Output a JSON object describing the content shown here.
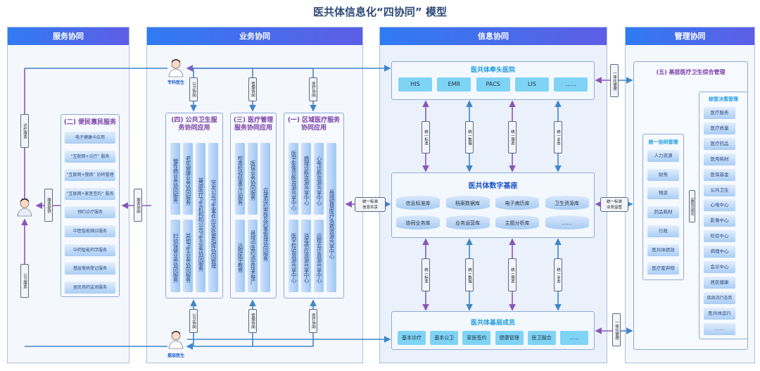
{
  "title": "医共体信息化“四协同” 模型",
  "panels": {
    "service": "服务协同",
    "business": "业务协同",
    "info": "信息协同",
    "management": "管理协同"
  },
  "service": {
    "section_title": "(二) 便民惠民服务",
    "items": [
      "电子健康卡应用",
      "“互联网+诊疗” 服务",
      "“互联网+慢病” 协同管理",
      "“互联网+家医签约” 服务",
      "预约诊疗服务",
      "中医智能辅诊服务",
      "中药智能药学服务",
      "基层慢病登记服务",
      "居民用药监测服务"
    ],
    "tag_top": "诊疗服务",
    "tag_bottom": "公卫服务",
    "tag_provide": "服务提供",
    "tag_coop": "服务协同"
  },
  "business": {
    "specialist_label": "专科医生",
    "basic_label": "基层医生",
    "tags": [
      "公卫协同",
      "管理协同",
      "医疗协同"
    ],
    "sections": [
      {
        "title": "(四) 公共卫生服务协同应用",
        "columns": [
          {
            "top": "慢性病业务协同服务",
            "bottom": "妇幼保健业务协同服务"
          },
          {
            "top": "老年健康业务协同服务",
            "bottom": "其他卫生业务协同服务"
          },
          {
            "full": "基层医疗卫生机构和公共卫生业务协同服务"
          },
          {
            "full": "突发公共卫生事件应急处置指挥协同管理"
          }
        ]
      },
      {
        "title": "(三) 医疗管理服务协同应用",
        "columns": [
          {
            "top": "检查检验结果互认服务",
            "bottom": "远程医学教育"
          },
          {
            "top": "医保业务协同服务",
            "bottom": "县域中医药适宜技术推广"
          },
          {
            "full": "合理用药审核及药事管理协同服务"
          }
        ]
      },
      {
        "title": "(一) 区域医疗服务协同应用",
        "columns": [
          {
            "top": "医学影像诊断资源共享中心",
            "bottom": "医学检验资源共享中心"
          },
          {
            "top": "病理诊断资源共享中心",
            "bottom": "消毒供应资源共享中心"
          },
          {
            "top": "心电诊断资源共享中心",
            "bottom": "远程会诊资源共享中心"
          },
          {
            "full": "县域智慧医疗急救资源共享中心"
          }
        ]
      }
    ]
  },
  "info": {
    "lead_hospital": {
      "title": "医共体牵头医院",
      "systems": [
        "HIS",
        "EMR",
        "PACS",
        "LIS",
        "......"
      ]
    },
    "digital_base": {
      "title": "医共体数字基座",
      "databases": [
        "信息标准库",
        "档案数据库",
        "电子病历库",
        "卫生资源库",
        "协同业务库",
        "业务运营库",
        "主题分析库",
        "......"
      ]
    },
    "members": {
      "title": "医共体基层成员",
      "items": [
        "基本诊疗",
        "基本公卫",
        "家医签约",
        "健康管理",
        "医卫融合",
        "......"
      ]
    },
    "unify_tags": [
      "统一标准",
      "统一数据",
      "统一服务",
      "统一业务"
    ],
    "left_tag": [
      "统一标准",
      "信息共享"
    ],
    "right_tag": [
      "统一标准",
      "业务监管"
    ],
    "integrated_tag": "一体化管理"
  },
  "management": {
    "section_title": "(五) 基层医疗卫生综合管理",
    "unified": {
      "title": "统一协同管理",
      "items": [
        "人力资源",
        "财务",
        "物资",
        "药品耗材",
        "行政",
        "医共体绩效",
        "医疗废弃物"
      ]
    },
    "decision": {
      "title": "综管决策管理",
      "items": [
        "医疗服务",
        "医疗质量",
        "医疗药品",
        "医用耗材",
        "医保基金",
        "公共卫生",
        "心电中心",
        "影像中心",
        "检验中心",
        "病理中心",
        "会诊中心",
        "居民健康",
        "疾病流行态势",
        "医共体运行",
        "......"
      ]
    },
    "visual_tag": "监管可视化"
  },
  "colors": {
    "purple_line": "#8a55b8",
    "blue_line": "#3f86c9",
    "section_title": "#7a3fa6",
    "header_start": "#2f7bf3",
    "header_end": "#5e5ee6"
  }
}
